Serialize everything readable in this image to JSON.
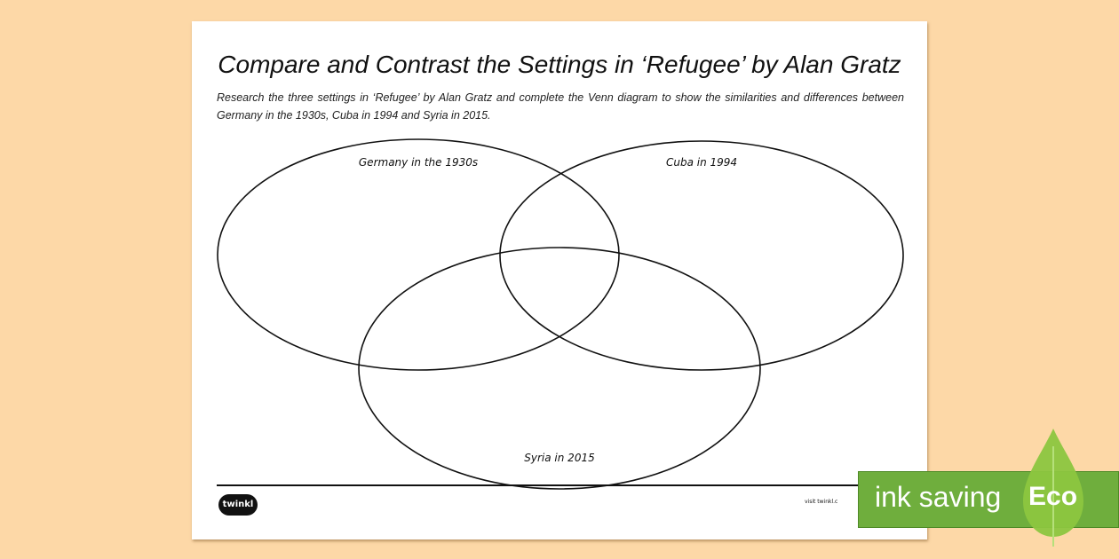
{
  "worksheet": {
    "title": "Compare and Contrast the Settings in ‘Refugee’ by Alan Gratz",
    "instructions": "Research the three settings in ‘Refugee’ by Alan Gratz and complete the Venn diagram to show the similarities and differences between Germany in the 1930s, Cuba in 1994 and Syria in 2015.",
    "venn": {
      "circles": [
        "Germany in the 1930s",
        "Cuba in 1994",
        "Syria in 2015"
      ]
    },
    "footer": {
      "logo": "twinkl",
      "visit": "visit twinkl.c"
    }
  },
  "badge": {
    "label": "ink saving",
    "eco": "Eco",
    "color": "#6fae3d"
  },
  "background_color": "#fdd8a7"
}
